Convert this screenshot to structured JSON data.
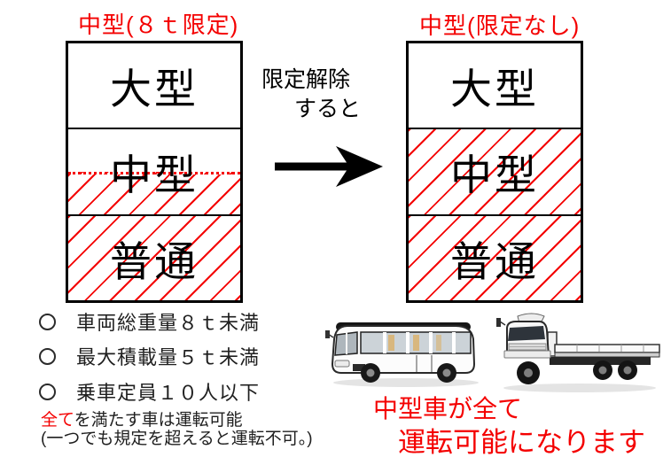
{
  "palette": {
    "red": "#f40000",
    "ink": "#000000",
    "note_ink": "#1f1f1f",
    "background": "#ffffff"
  },
  "left_panel": {
    "title": "中型(８ｔ限定)",
    "rows": {
      "large": "大型",
      "medium": "中型",
      "standard": "普通"
    }
  },
  "right_panel": {
    "title": "中型(限定なし)",
    "rows": {
      "large": "大型",
      "medium": "中型",
      "standard": "普通"
    }
  },
  "transition": {
    "line1": "限定解除",
    "line2": "すると"
  },
  "conditions": {
    "items": [
      "車両総重量８ｔ未満",
      "最大積載量５ｔ未満",
      "乗車定員１０人以下"
    ]
  },
  "note": {
    "highlight": "全て",
    "line1_rest": "を満たす車は運転可能",
    "line2": "(一つでも規定を超えると運転不可。)"
  },
  "result": {
    "line1": "中型車が全て",
    "line2": "運転可能になります"
  },
  "vehicles": {
    "bus_icon": "microbus-illustration",
    "truck_icon": "flatbed-truck-illustration"
  }
}
